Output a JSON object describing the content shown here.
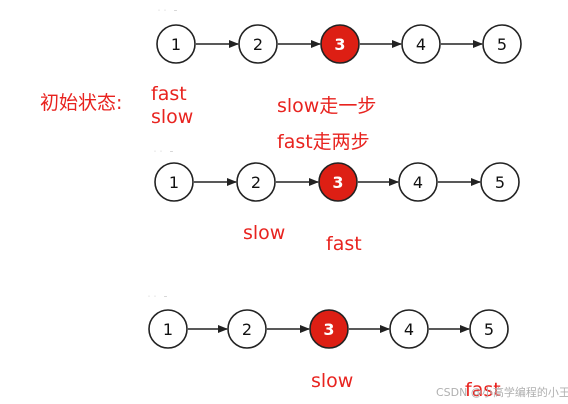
{
  "rows": [
    {
      "nodes": [
        "1",
        "2",
        "3",
        "4",
        "5"
      ],
      "highlight": 2
    },
    {
      "nodes": [
        "1",
        "2",
        "3",
        "4",
        "5"
      ],
      "highlight": 2
    },
    {
      "nodes": [
        "1",
        "2",
        "3",
        "4",
        "5"
      ],
      "highlight": 2
    }
  ],
  "colors": {
    "highlight_fill": "#dd1f14",
    "node_stroke": "#222222",
    "label_text": "#e8231f"
  },
  "labels": {
    "initial_state": "初始状态:",
    "fast_1": "fast",
    "slow_1": "slow",
    "slow_step": "slow走一步",
    "fast_step": "fast走两步",
    "slow_2": "slow",
    "fast_2": "fast",
    "slow_3": "slow",
    "fast_3": "fast"
  },
  "watermark": "CSDN @小高学编程的小王"
}
